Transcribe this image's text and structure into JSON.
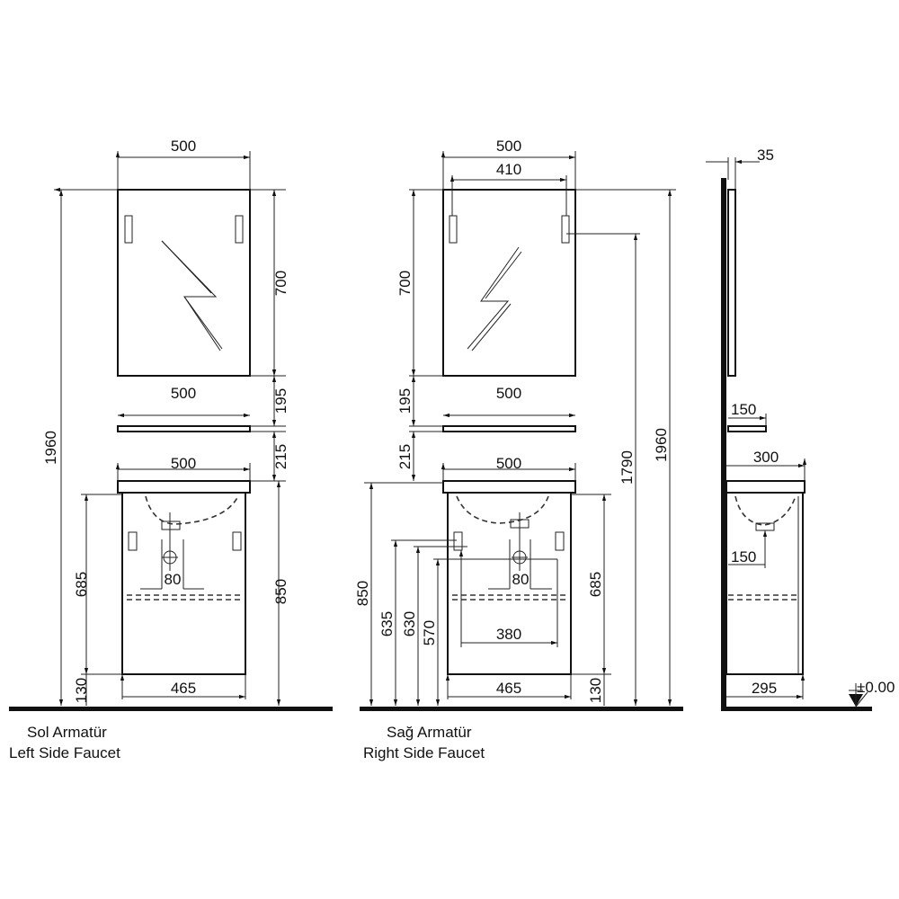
{
  "left_view": {
    "caption_tr": "Sol Armatür",
    "caption_en": "Left Side Faucet",
    "dims": {
      "mirror_width": "500",
      "mirror_height": "700",
      "total_height": "1960",
      "shelf_width": "500",
      "gap_mirror_shelf": "195",
      "gap_shelf_basin": "215",
      "basin_width": "500",
      "basin_height": "850",
      "cabinet_height": "685",
      "leg_height": "130",
      "cabinet_width": "465",
      "drain_spacing": "80"
    }
  },
  "center_view": {
    "caption_tr": "Sağ Armatür",
    "caption_en": "Right Side Faucet",
    "dims": {
      "mirror_width": "500",
      "mirror_fix_width": "410",
      "mirror_height": "700",
      "total_height": "1960",
      "fix_height": "1790",
      "shelf_width": "500",
      "gap_mirror_shelf": "195",
      "gap_shelf_basin": "215",
      "basin_width": "500",
      "basin_height": "850",
      "h635": "635",
      "h630": "630",
      "h570": "570",
      "cabinet_height": "685",
      "leg_height": "130",
      "cabinet_width": "465",
      "pipe_spacing": "380",
      "drain_spacing": "80"
    }
  },
  "side_view": {
    "dims": {
      "mirror_depth": "35",
      "shelf_depth": "150",
      "basin_depth": "300",
      "drain_offset": "150",
      "cabinet_depth": "295",
      "floor_level": "±0.00"
    }
  }
}
